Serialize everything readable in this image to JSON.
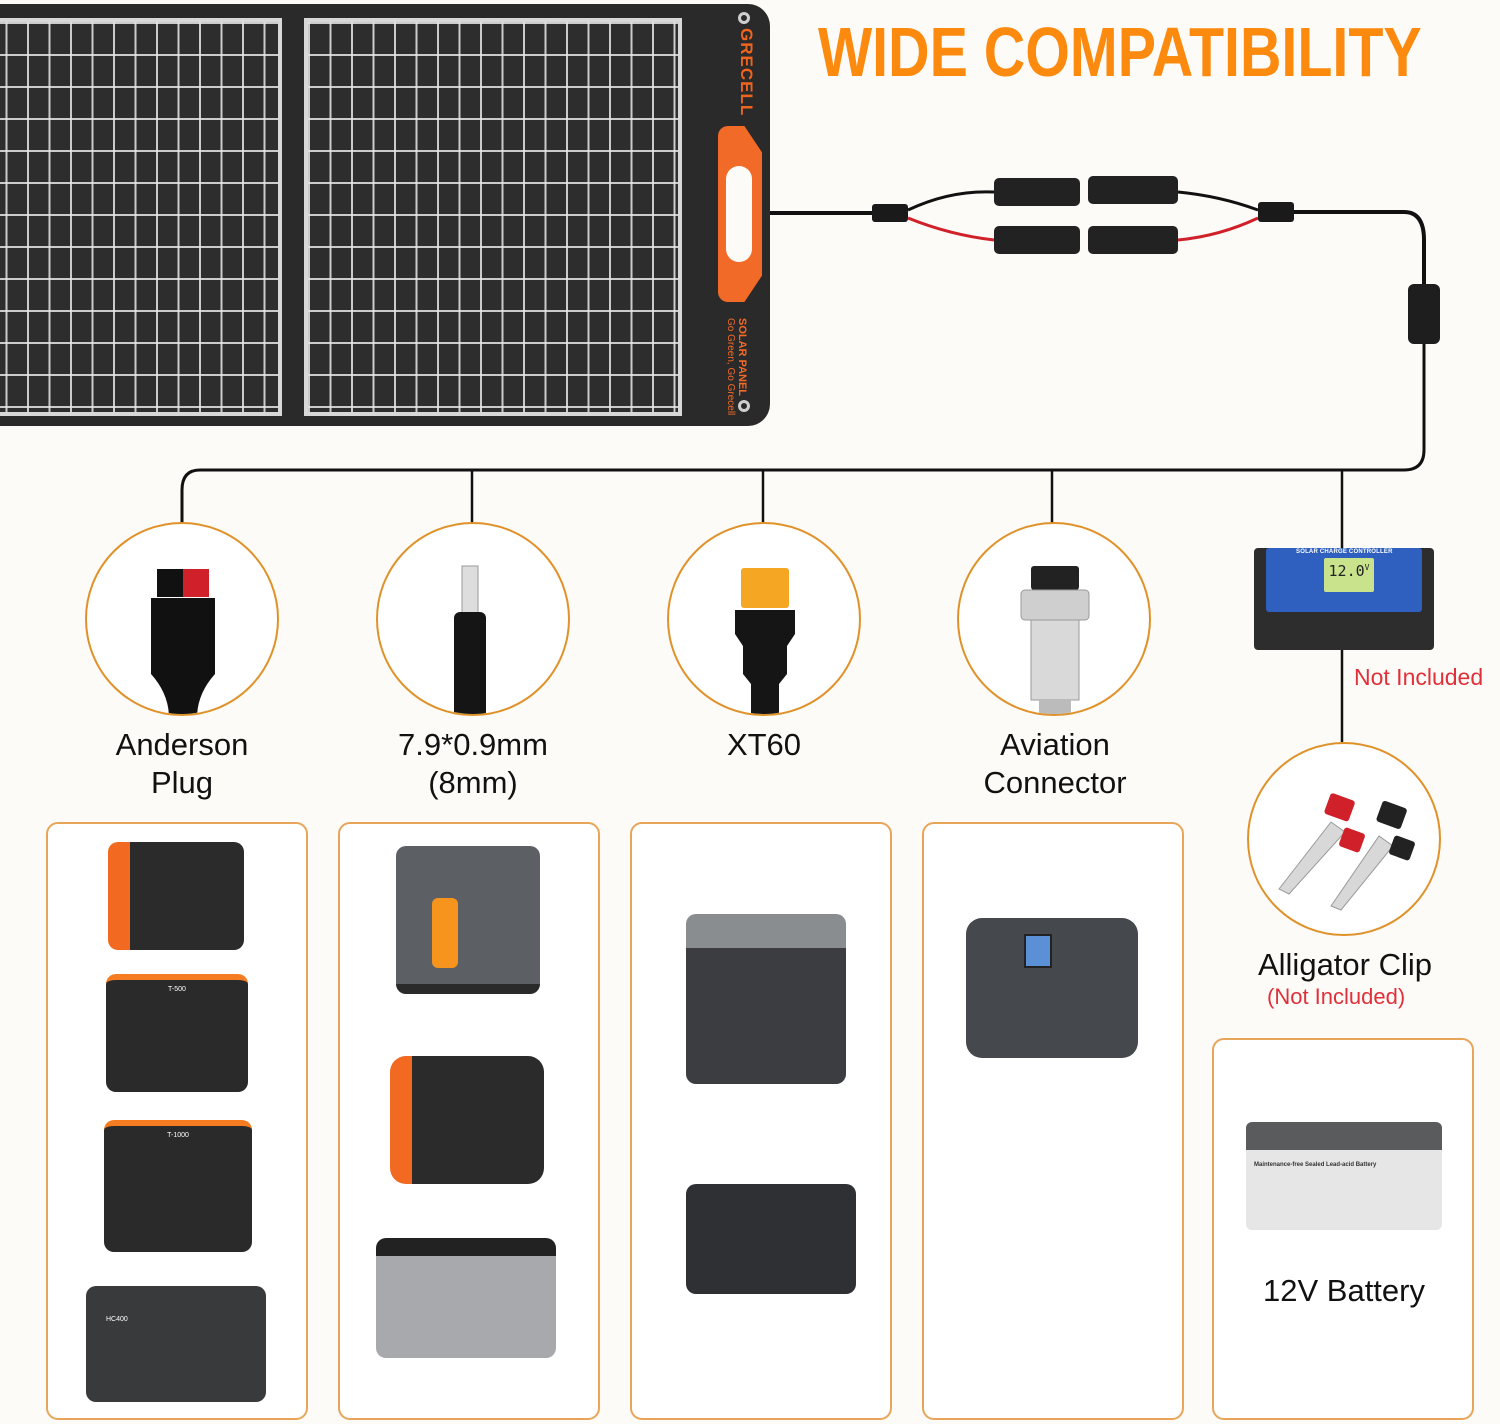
{
  "headline": "WIDE COMPATIBILITY",
  "solar_panel": {
    "brand": "GRECELL",
    "label_title": "SOLAR PANEL",
    "label_tagline": "Go Green, Go Grecell"
  },
  "connectors": [
    {
      "id": "anderson",
      "label_line1": "Anderson",
      "label_line2": "Plug"
    },
    {
      "id": "dc7909",
      "label_line1": "7.9*0.9mm",
      "label_line2": "(8mm)"
    },
    {
      "id": "xt60",
      "label_line1": "XT60",
      "label_line2": ""
    },
    {
      "id": "aviation",
      "label_line1": "Aviation",
      "label_line2": "Connector"
    }
  ],
  "charge_controller": {
    "title": "SOLAR CHARGE CONTROLLER",
    "display_value": "12.0",
    "display_unit": "V",
    "note": "Not Included"
  },
  "alligator_clip": {
    "label": "Alligator Clip",
    "note": "(Not Included)"
  },
  "battery": {
    "label": "12V Battery",
    "case_text": "Maintenance-free Sealed Lead-acid Battery"
  },
  "device_columns": [
    {
      "connector": "anderson",
      "devices": [
        "power-station-orange-side",
        "power-station-T-500",
        "power-station-T-1000",
        "power-station-HC400"
      ],
      "device_labels": [
        "",
        "T-500",
        "T-1000",
        "HC400"
      ]
    },
    {
      "connector": "dc7909",
      "devices": [
        "power-station-orange-grey",
        "power-station-orange-side-2",
        "power-station-yellow-green-trim"
      ],
      "device_labels": [
        "",
        "",
        ""
      ]
    },
    {
      "connector": "xt60",
      "devices": [
        "power-station-grey-tall",
        "power-station-black-handle"
      ],
      "device_labels": [
        "",
        ""
      ]
    },
    {
      "connector": "aviation",
      "devices": [
        "power-station-dark-grey-screen"
      ],
      "device_labels": [
        ""
      ]
    }
  ],
  "colors": {
    "accent_orange": "#fb8a0e",
    "box_border": "#e8a55a",
    "warning_red": "#e0303a",
    "background": "#fdfbf7"
  }
}
